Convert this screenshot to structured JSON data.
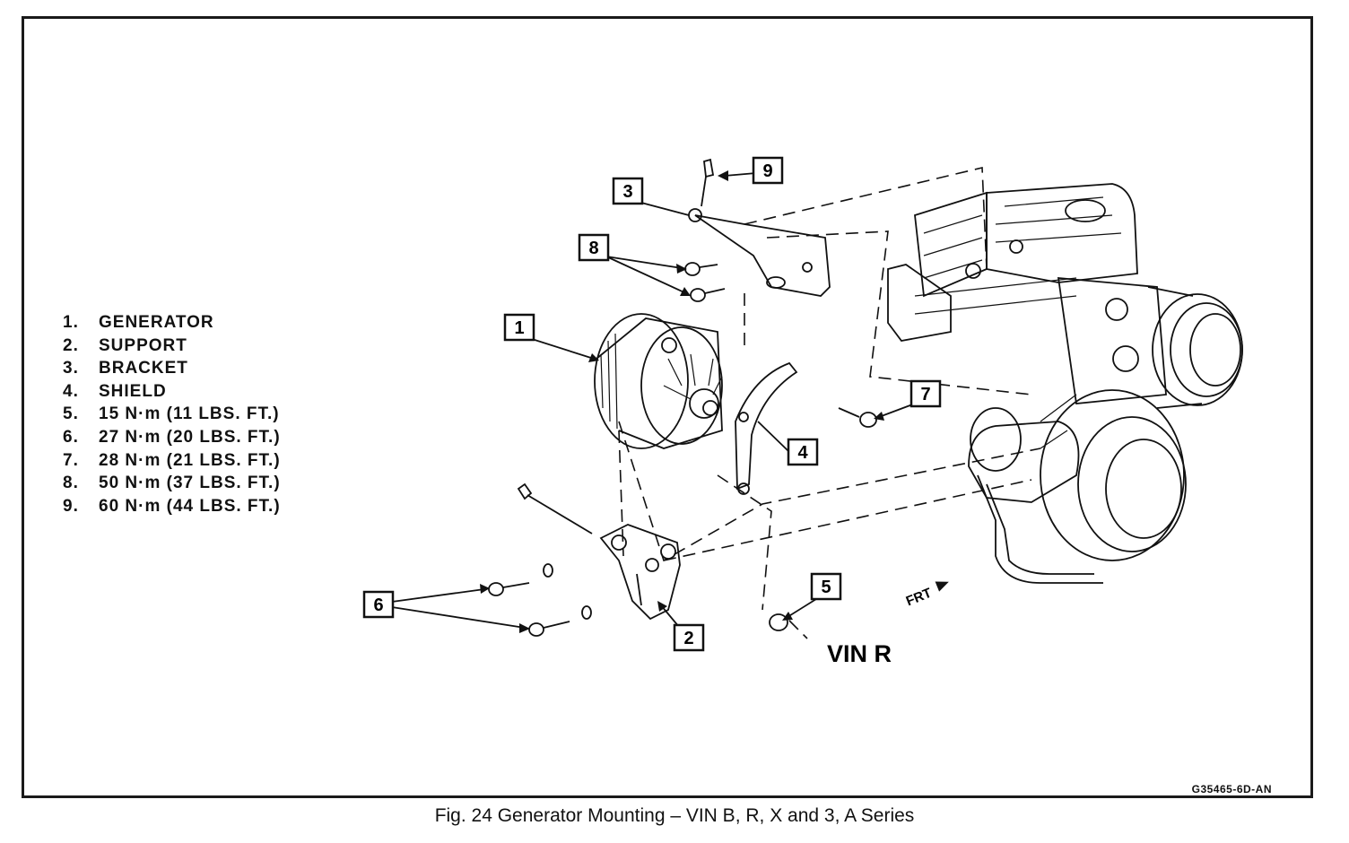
{
  "legend": [
    {
      "num": "1.",
      "text": "GENERATOR"
    },
    {
      "num": "2.",
      "text": "SUPPORT"
    },
    {
      "num": "3.",
      "text": "BRACKET"
    },
    {
      "num": "4.",
      "text": "SHIELD"
    },
    {
      "num": "5.",
      "text": "15 N·m (11 LBS. FT.)"
    },
    {
      "num": "6.",
      "text": "27 N·m (20 LBS. FT.)"
    },
    {
      "num": "7.",
      "text": "28 N·m (21 LBS. FT.)"
    },
    {
      "num": "8.",
      "text": "50 N·m (37 LBS. FT.)"
    },
    {
      "num": "9.",
      "text": "60 N·m (44 LBS. FT.)"
    }
  ],
  "callouts": [
    "1",
    "2",
    "3",
    "4",
    "5",
    "6",
    "7",
    "8",
    "9"
  ],
  "labels": {
    "vin": "VIN R",
    "front": "FRT"
  },
  "drawing_id": "G35465-6D-AN",
  "caption": "Fig. 24 Generator Mounting – VIN B, R, X and 3, A Series"
}
